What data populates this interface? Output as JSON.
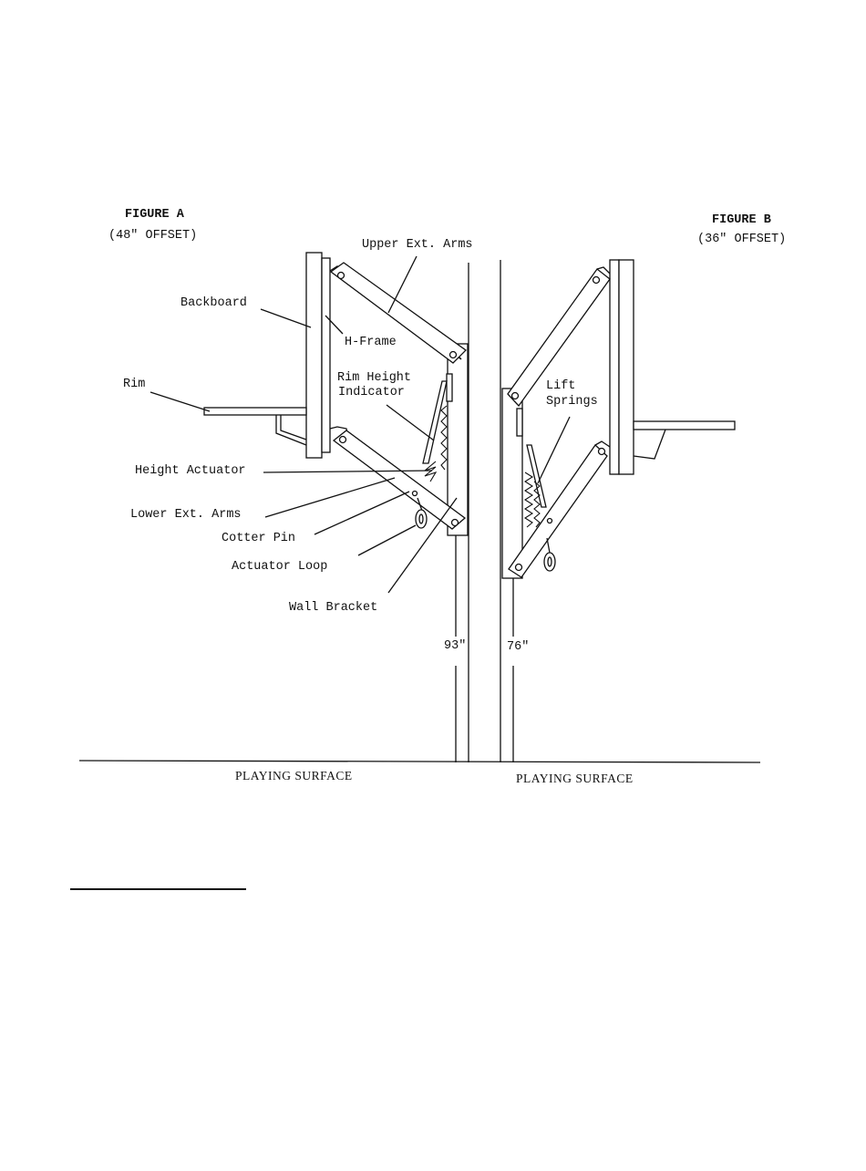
{
  "figure_a": {
    "title": "FIGURE A",
    "subtitle": "(48\" OFFSET)",
    "height": "93\"",
    "surface": "PLAYING SURFACE"
  },
  "figure_b": {
    "title": "FIGURE B",
    "subtitle": "(36\" OFFSET)",
    "height": "76\"",
    "surface": "PLAYING SURFACE"
  },
  "labels": {
    "upper_ext_arms": "Upper Ext. Arms",
    "backboard": "Backboard",
    "h_frame": "H-Frame",
    "rim": "Rim",
    "rim_height_indicator_1": "Rim Height",
    "rim_height_indicator_2": "Indicator",
    "height_actuator": "Height Actuator",
    "lower_ext_arms": "Lower Ext. Arms",
    "cotter_pin": "Cotter Pin",
    "actuator_loop": "Actuator Loop",
    "wall_bracket": "Wall Bracket",
    "lift_springs_1": "Lift",
    "lift_springs_2": "Springs"
  }
}
